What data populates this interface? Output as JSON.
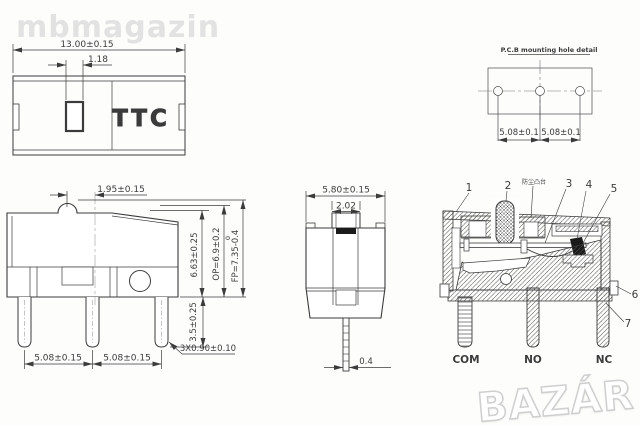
{
  "watermark": {
    "top_left": "mbmagazin",
    "bottom_right": "BAZÁR"
  },
  "top_view": {
    "logo": "TTC",
    "dim_width": "13.00±0.15",
    "dim_button": "1.18"
  },
  "pcb_detail": {
    "title": "P.C.B mounting hole detail",
    "dim_left": "5.08±0.1",
    "dim_right": "5.08±0.1"
  },
  "side_view": {
    "dim_button_offset": "1.95±0.15",
    "dim_height": "6.63±0.25",
    "dim_op": "OP=6.9±0.2",
    "dim_fp": "FP=7.35-0.4",
    "dim_fp_sup": "0",
    "dim_pitch1": "5.08±0.15",
    "dim_pitch2": "5.08±0.15",
    "dim_pin_len": "3.5±0.25",
    "dim_pin_w": "3X0.90±0.10"
  },
  "front_view": {
    "dim_width": "5.80±0.15",
    "dim_button": "2.02",
    "dim_pin": "0.4"
  },
  "section_view": {
    "labels": {
      "n1": "1",
      "n2": "2",
      "n3": "3",
      "n4": "4",
      "n5": "5",
      "n6": "6",
      "n7": "7",
      "dust": "防尘凸台"
    },
    "terminals": {
      "com": "COM",
      "no": "NO",
      "nc": "NC"
    }
  }
}
